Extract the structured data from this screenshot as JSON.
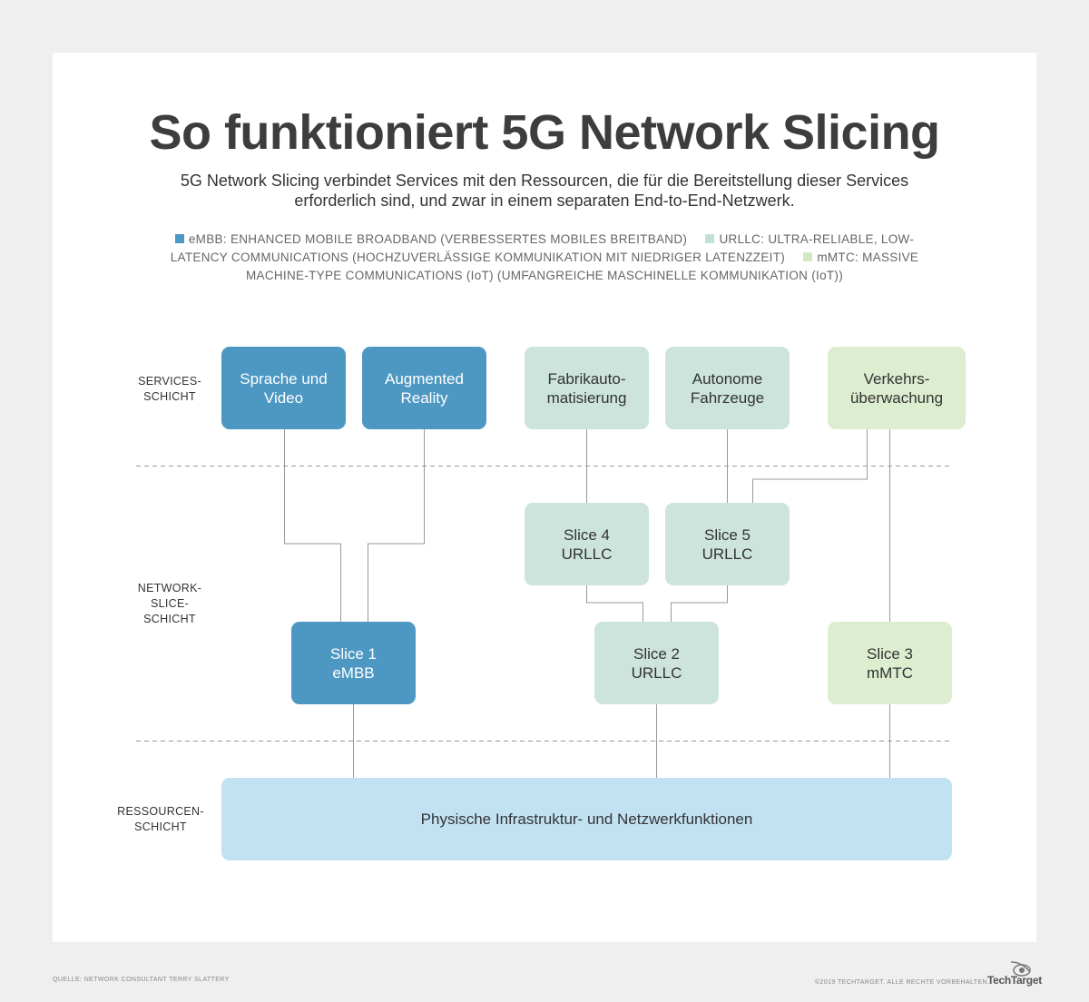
{
  "title": "So funktioniert 5G Network Slicing",
  "subtitle": "5G Network Slicing verbindet Services mit den Ressourcen, die für die Bereitstellung dieser Services erforderlich sind, und zwar in einem separaten End-to-End-Netzwerk.",
  "legend": {
    "embb": "eMBB: ENHANCED MOBILE BROADBAND (VERBESSERTES MOBILES BREITBAND)",
    "urllc": "URLLC: ULTRA-RELIABLE, LOW-LATENCY COMMUNICATIONS (HOCHZUVERLÄSSIGE KOMMUNIKATION MIT NIEDRIGER LATENZZEIT)",
    "mmtc": "mMTC: MASSIVE MACHINE-TYPE COMMUNICATIONS (IoT) (UMFANGREICHE MASCHINELLE KOMMUNIKATION (IoT))"
  },
  "layers": {
    "services": "SERVICES-\nSCHICHT",
    "network_slice": "NETWORK-\nSLICE-\nSCHICHT",
    "resources": "RESSOURCEN-\nSCHICHT"
  },
  "services": [
    {
      "label": "Sprache und\nVideo",
      "type": "embb"
    },
    {
      "label": "Augmented\nReality",
      "type": "embb"
    },
    {
      "label": "Fabrikauto-\nmatisierung",
      "type": "urllc"
    },
    {
      "label": "Autonome\nFahrzeuge",
      "type": "urllc"
    },
    {
      "label": "Verkehrs-\nüberwachung",
      "type": "mmtc"
    }
  ],
  "slices": [
    {
      "label": "Slice 4\nURLLC",
      "type": "urllc"
    },
    {
      "label": "Slice 5\nURLLC",
      "type": "urllc"
    },
    {
      "label": "Slice 1\neMBB",
      "type": "embb"
    },
    {
      "label": "Slice 2\nURLLC",
      "type": "urllc"
    },
    {
      "label": "Slice 3\nmMTC",
      "type": "mmtc"
    }
  ],
  "infrastructure": "Physische Infrastruktur- und Netzwerkfunktionen",
  "colors": {
    "embb": "#4d97c3",
    "urllc": "#cde4dc",
    "mmtc": "#ddedd0",
    "infra": "#c2e2f3"
  },
  "footer": {
    "source": "QUELLE: NETWORK CONSULTANT TERRY SLATTERY",
    "copyright": "©2019 TECHTARGET. ALLE RECHTE VORBEHALTEN.",
    "logo": "TechTarget",
    "logo_icon": "eye-icon"
  }
}
